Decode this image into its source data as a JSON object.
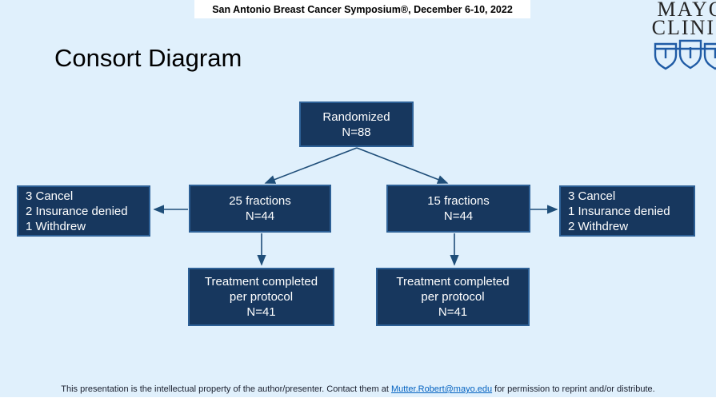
{
  "header": {
    "credit": "San Antonio Breast Cancer Symposium®, December 6-10, 2022"
  },
  "logo": {
    "line1": "MAYO",
    "line2": "CLINIC",
    "icon": "mayo-three-shields-icon"
  },
  "title": "Consort Diagram",
  "diagram": {
    "randomized": {
      "lines": [
        "Randomized",
        "N=88"
      ]
    },
    "arm_25": {
      "lines": [
        "25 fractions",
        "N=44"
      ]
    },
    "arm_15": {
      "lines": [
        "15 fractions",
        "N=44"
      ]
    },
    "dropout_left": {
      "lines": [
        "3 Cancel",
        "2 Insurance denied",
        "1 Withdrew"
      ]
    },
    "dropout_right": {
      "lines": [
        "3 Cancel",
        "1 Insurance denied",
        "2 Withdrew"
      ]
    },
    "completed_left": {
      "lines": [
        "Treatment completed",
        "per protocol",
        "N=41"
      ]
    },
    "completed_right": {
      "lines": [
        "Treatment completed",
        "per protocol",
        "N=41"
      ]
    }
  },
  "footer": {
    "pre": "This presentation is the intellectual property of the author/presenter. Contact them at ",
    "link": "Mutter.Robert@mayo.edu",
    "post": " for permission to reprint and/or distribute."
  },
  "colors": {
    "background": "#e0f0fc",
    "box_fill": "#17375e",
    "box_border": "#2d6096",
    "arrow": "#1f4e79",
    "link": "#0563c1",
    "shield_blue": "#1f5ba5"
  }
}
